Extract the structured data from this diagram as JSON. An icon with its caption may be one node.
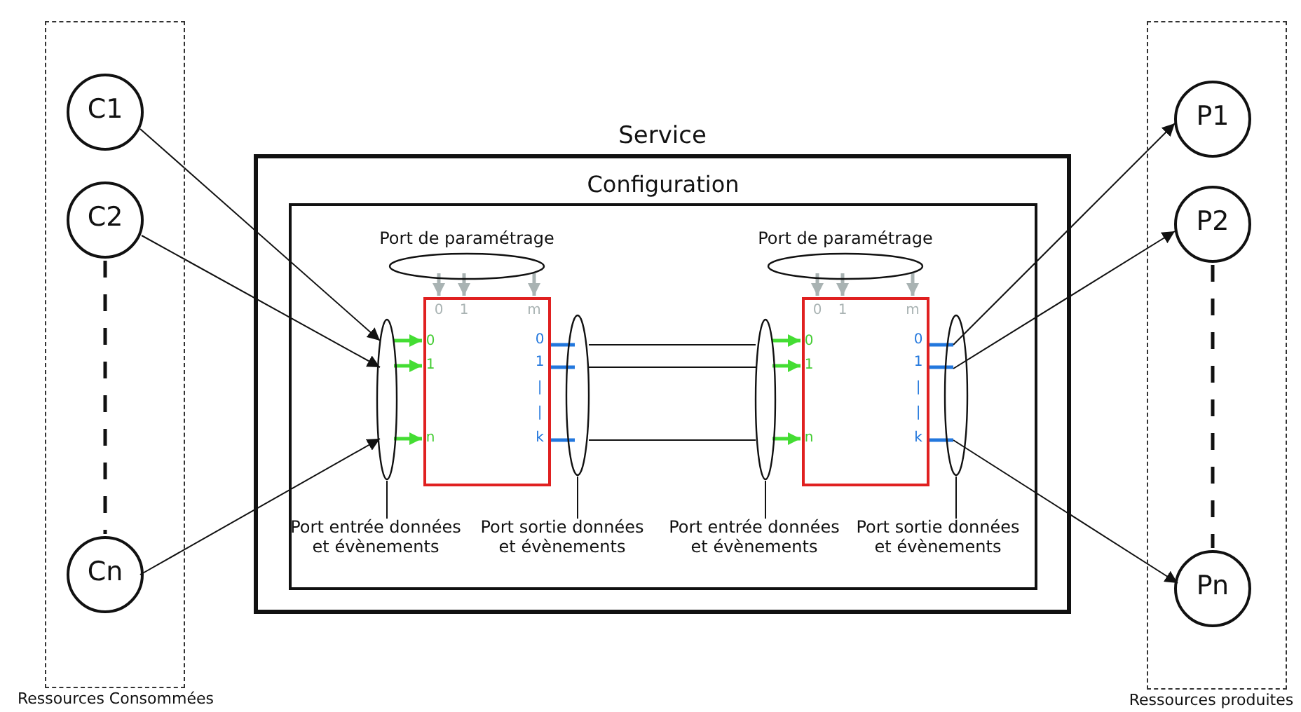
{
  "diagram": {
    "nodes": [
      {
        "text": [
          "Ressources Consommées"
        ]
      },
      {
        "text": [
          "C1"
        ],
        "in": 0
      },
      {
        "text": [
          "C2"
        ],
        "in": 0
      },
      {
        "text": [
          "Cn"
        ],
        "in": 0
      },
      {
        "text": [
          "Service"
        ]
      },
      {
        "text": [
          "Configuration"
        ],
        "in": 4
      },
      {
        "text": [
          "Port de paramétrage"
        ],
        "in": 5
      },
      {
        "text": [],
        "shape": "box",
        "in": 5
      },
      {
        "text": [],
        "shape": "ellipse",
        "in": 5
      },
      {
        "text": [],
        "shape": "ellipse",
        "in": 5
      },
      {
        "text": [
          "Port entrée données et évènements"
        ],
        "in": 5
      },
      {
        "text": [
          "Port sortie données et évènements"
        ],
        "in": 5
      },
      {
        "text": [
          "Port de paramétrage"
        ],
        "in": 5
      },
      {
        "text": [],
        "shape": "box",
        "in": 5
      },
      {
        "text": [],
        "shape": "ellipse",
        "in": 5
      },
      {
        "text": [],
        "shape": "ellipse",
        "in": 5
      },
      {
        "text": [
          "Port entrée données et évènements"
        ],
        "in": 5
      },
      {
        "text": [
          "Port sortie données et évènements"
        ],
        "in": 5
      },
      {
        "text": [
          "Ressources produites"
        ]
      },
      {
        "text": [
          "P1"
        ],
        "in": 18
      },
      {
        "text": [
          "P2"
        ],
        "in": 18
      },
      {
        "text": [
          "Pn"
        ],
        "in": 18
      }
    ],
    "edges": [
      {
        "from": 1,
        "to": 8,
        "arrow": "to"
      },
      {
        "from": 2,
        "to": 8,
        "arrow": "to"
      },
      {
        "from": 3,
        "to": 8,
        "arrow": "to"
      },
      {
        "from": 2,
        "to": 3,
        "arrow": "none",
        "style": "dashed"
      },
      {
        "from": 6,
        "to": 7,
        "arrow": "to",
        "color": "#a9b3b3"
      },
      {
        "from": 6,
        "to": 7,
        "arrow": "to",
        "color": "#a9b3b3"
      },
      {
        "from": 6,
        "to": 7,
        "arrow": "to",
        "color": "#a9b3b3"
      },
      {
        "from": 8,
        "to": 7,
        "arrow": "to",
        "color": "#44dd33"
      },
      {
        "from": 8,
        "to": 7,
        "arrow": "to",
        "color": "#44dd33"
      },
      {
        "from": 8,
        "to": 7,
        "arrow": "to",
        "color": "#44dd33"
      },
      {
        "from": 7,
        "to": 9,
        "arrow": "none",
        "color": "#2277dd"
      },
      {
        "from": 7,
        "to": 9,
        "arrow": "none",
        "color": "#2277dd"
      },
      {
        "from": 7,
        "to": 9,
        "arrow": "none",
        "color": "#2277dd"
      },
      {
        "from": 10,
        "to": 8,
        "arrow": "none"
      },
      {
        "from": 11,
        "to": 9,
        "arrow": "none"
      },
      {
        "from": 9,
        "to": 14,
        "arrow": "none"
      },
      {
        "from": 9,
        "to": 14,
        "arrow": "none"
      },
      {
        "from": 9,
        "to": 14,
        "arrow": "none"
      },
      {
        "from": 12,
        "to": 13,
        "arrow": "to",
        "color": "#a9b3b3"
      },
      {
        "from": 12,
        "to": 13,
        "arrow": "to",
        "color": "#a9b3b3"
      },
      {
        "from": 12,
        "to": 13,
        "arrow": "to",
        "color": "#a9b3b3"
      },
      {
        "from": 14,
        "to": 13,
        "arrow": "to",
        "color": "#44dd33"
      },
      {
        "from": 14,
        "to": 13,
        "arrow": "to",
        "color": "#44dd33"
      },
      {
        "from": 14,
        "to": 13,
        "arrow": "to",
        "color": "#44dd33"
      },
      {
        "from": 13,
        "to": 15,
        "arrow": "none",
        "color": "#2277dd"
      },
      {
        "from": 13,
        "to": 15,
        "arrow": "none",
        "color": "#2277dd"
      },
      {
        "from": 13,
        "to": 15,
        "arrow": "none",
        "color": "#2277dd"
      },
      {
        "from": 16,
        "to": 14,
        "arrow": "none"
      },
      {
        "from": 17,
        "to": 15,
        "arrow": "none"
      },
      {
        "from": 15,
        "to": 19,
        "arrow": "to"
      },
      {
        "from": 15,
        "to": 20,
        "arrow": "to"
      },
      {
        "from": 15,
        "to": 21,
        "arrow": "to"
      },
      {
        "from": 20,
        "to": 21,
        "arrow": "none",
        "style": "dashed"
      }
    ],
    "labels": [
      "0",
      "1",
      "m",
      "0",
      "1",
      "n",
      "0",
      "1",
      "|",
      "|",
      "k",
      "0",
      "1",
      "m",
      "0",
      "1",
      "n",
      "0",
      "1",
      "|",
      "|",
      "k"
    ]
  }
}
